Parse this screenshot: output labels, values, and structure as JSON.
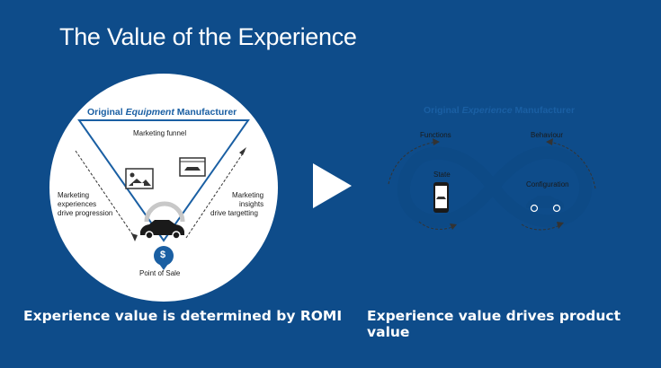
{
  "title": "The Value of the Experience",
  "left_panel": {
    "header_prefix": "Original ",
    "header_emphasis": "Equipment",
    "header_suffix": " Manufacturer",
    "funnel_label": "Marketing funnel",
    "left_note_line1": "Marketing",
    "left_note_line2": "experiences",
    "left_note_line3": "drive progression",
    "right_note_line1": "Marketing",
    "right_note_line2": "insights",
    "right_note_line3": "drive targetting",
    "sale_symbol": "$",
    "sale_label": "Point of Sale",
    "caption": "Experience value is determined by ROMI"
  },
  "right_panel": {
    "header_prefix": "Original ",
    "header_emphasis": "Experience",
    "header_suffix": " Manufacturer",
    "functions_label": "Functions",
    "behaviour_label": "Behaviour",
    "state_label": "State",
    "configuration_label": "Configuration",
    "caption": "Experience value drives product value"
  },
  "colors": {
    "background": "#0e4c8a",
    "panel": "#ffffff",
    "accent_blue": "#1a5fa3",
    "loop_blue": "#0d4a86",
    "text_dark": "#1a1a1a"
  },
  "icons": {
    "arrow": "play-triangle-icon",
    "car": "car-icon",
    "phone": "phone-icon",
    "image_card": "image-card-icon",
    "browser_card": "browser-card-icon",
    "dollar": "dollar-pin-icon"
  }
}
